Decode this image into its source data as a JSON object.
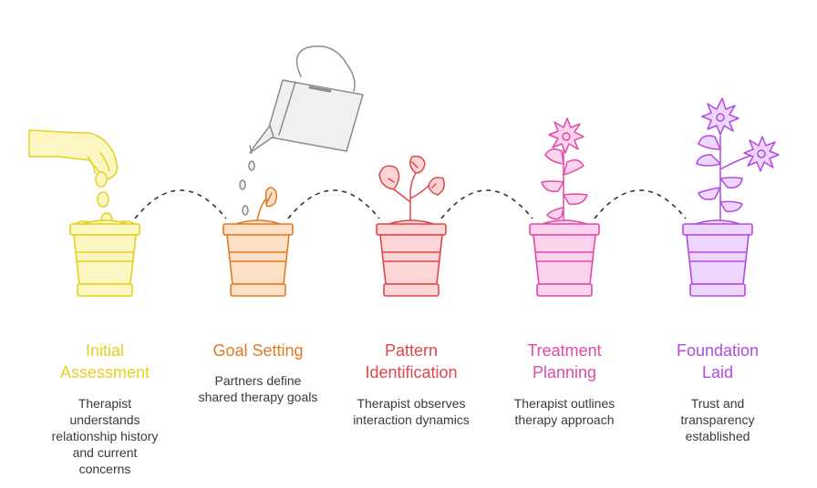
{
  "steps": [
    {
      "title": "Initial Assessment",
      "title_lines": [
        "Initial",
        "Assessment"
      ],
      "description": "Therapist understands relationship history and current concerns",
      "desc_lines": [
        "Therapist",
        "understands",
        "relationship history",
        "and current",
        "concerns"
      ],
      "color": "#E3D21E",
      "fill": "#FBF6C2",
      "icon": "hand-dropping-seeds-icon"
    },
    {
      "title": "Goal Setting",
      "title_lines": [
        "Goal Setting"
      ],
      "description": "Partners define shared therapy goals",
      "desc_lines": [
        "Partners define",
        "shared therapy goals"
      ],
      "color": "#E07A22",
      "fill": "#FCE0C8",
      "icon": "sprout-icon"
    },
    {
      "title": "Pattern Identification",
      "title_lines": [
        "Pattern",
        "Identification"
      ],
      "description": "Therapist observes interaction dynamics",
      "desc_lines": [
        "Therapist observes",
        "interaction dynamics"
      ],
      "color": "#E0454B",
      "fill": "#FCD6D6",
      "icon": "young-plant-icon"
    },
    {
      "title": "Treatment Planning",
      "title_lines": [
        "Treatment",
        "Planning"
      ],
      "description": "Therapist outlines therapy approach",
      "desc_lines": [
        "Therapist outlines",
        "therapy approach"
      ],
      "color": "#E04AA8",
      "fill": "#FBD3EC",
      "icon": "flowering-plant-icon"
    },
    {
      "title": "Foundation Laid",
      "title_lines": [
        "Foundation",
        "Laid"
      ],
      "description": "Trust and transparency established",
      "desc_lines": [
        "Trust and",
        "transparency",
        "established"
      ],
      "color": "#B14BE0",
      "fill": "#EDD5FB",
      "icon": "blooming-plant-icon"
    }
  ],
  "icons": {
    "watering_can": "watering-can-icon",
    "connector": "dashed-arc-connector"
  },
  "colors": {
    "can_stroke": "#8C8C8C",
    "can_fill": "#F0F0F0",
    "connector": "#333333",
    "text": "#3A3A3A"
  }
}
